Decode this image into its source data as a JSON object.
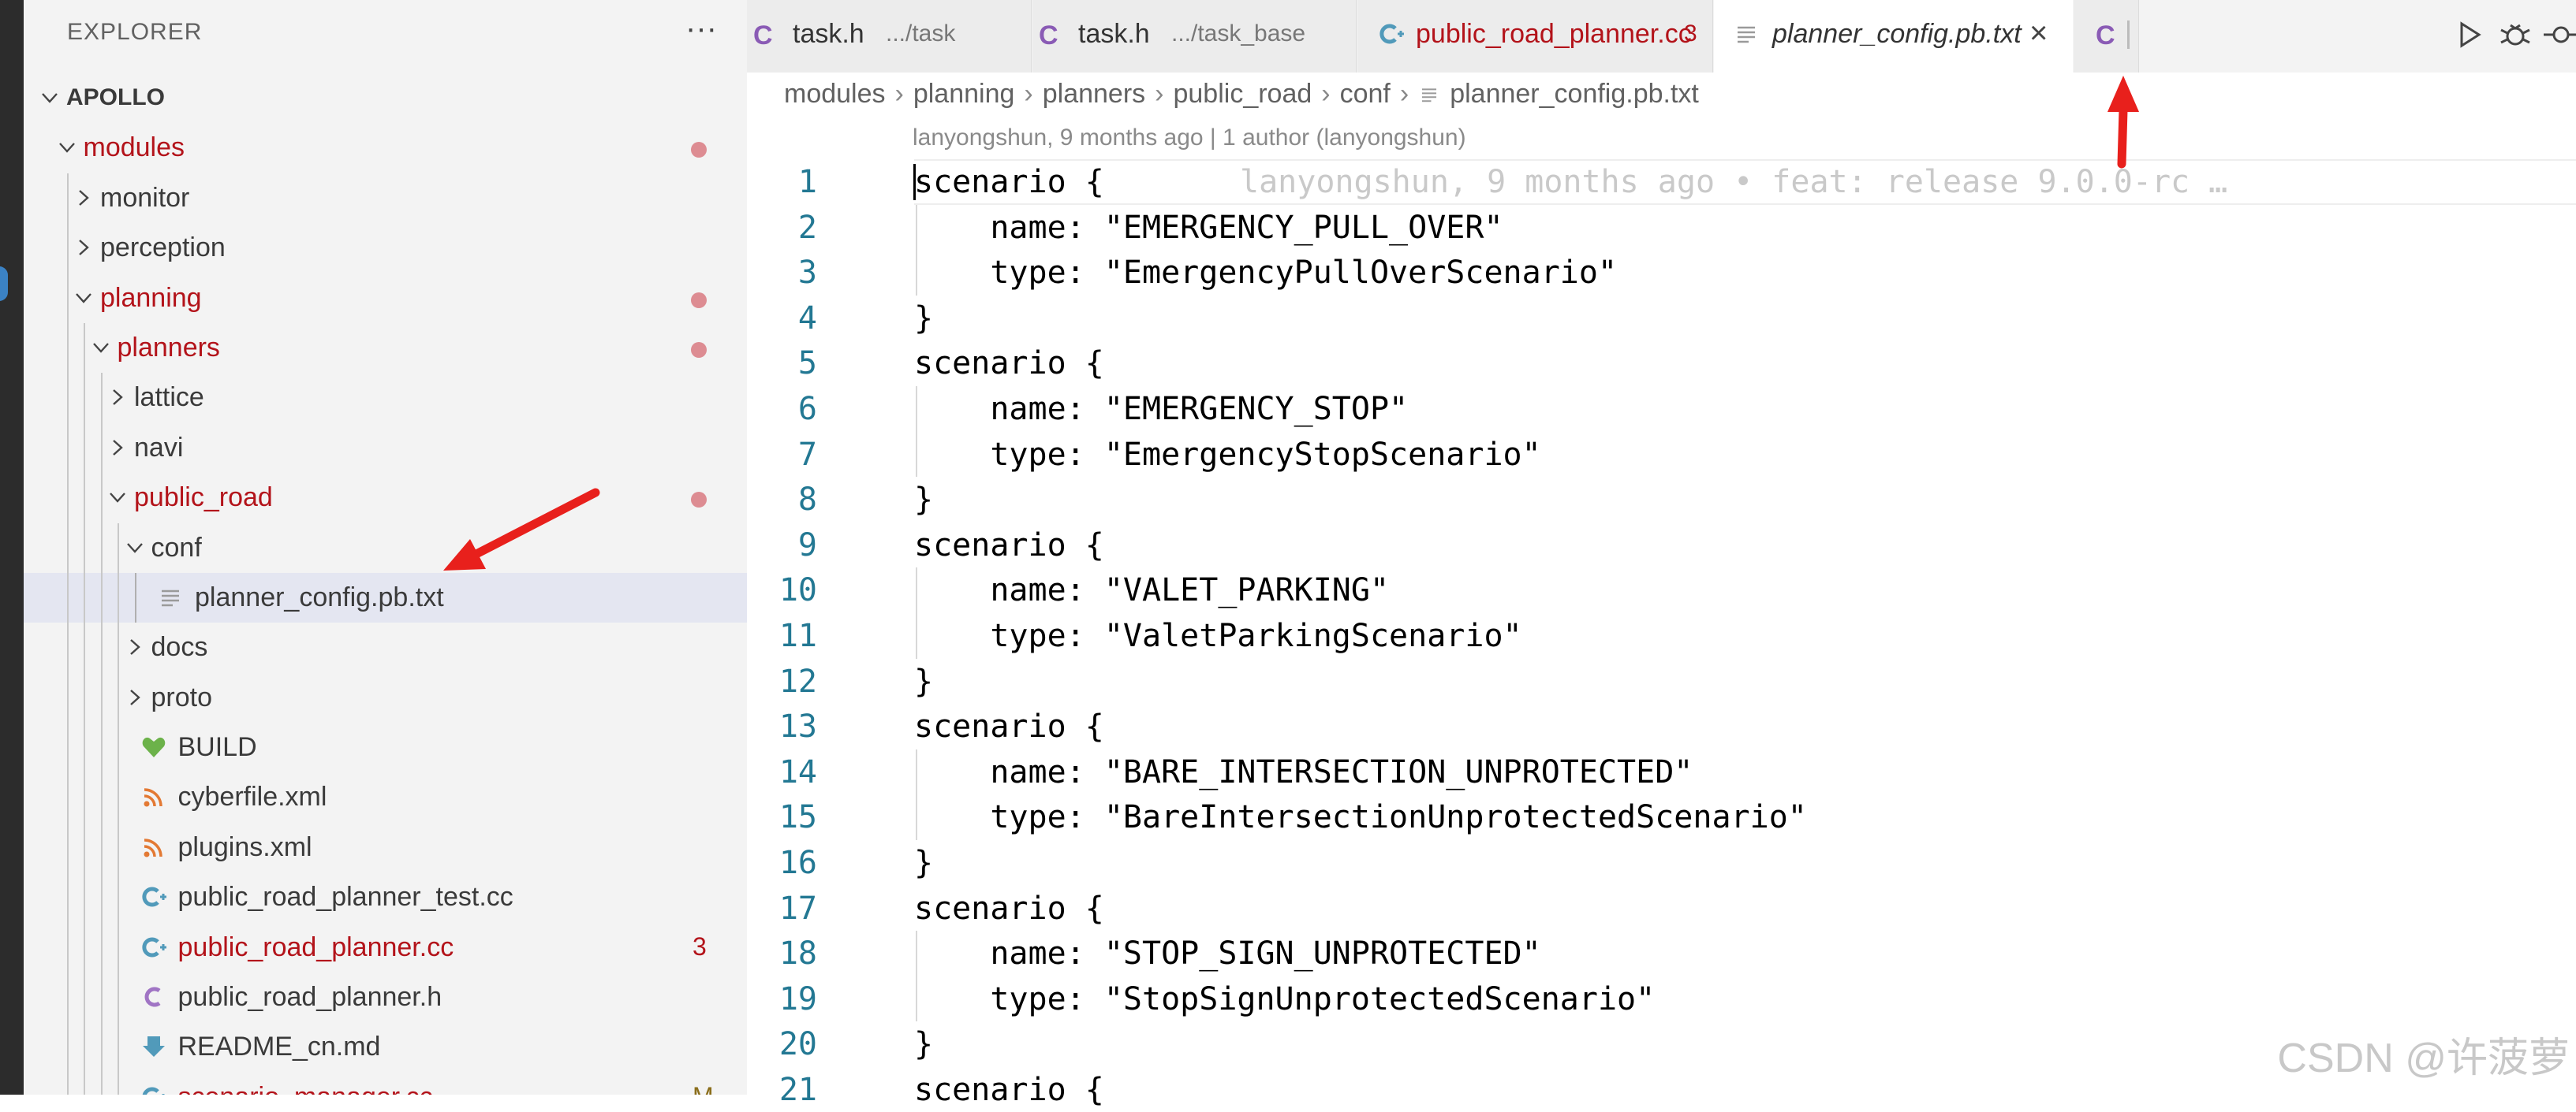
{
  "sidebar": {
    "title": "EXPLORER",
    "more_label": "···",
    "tree": [
      {
        "label": "APOLLO",
        "indent": 0,
        "chevron": "down",
        "bold": true
      },
      {
        "label": "modules",
        "indent": 1,
        "chevron": "down",
        "modified": true,
        "dot": true
      },
      {
        "label": "monitor",
        "indent": 2,
        "chevron": "right"
      },
      {
        "label": "perception",
        "indent": 2,
        "chevron": "right"
      },
      {
        "label": "planning",
        "indent": 2,
        "chevron": "down",
        "modified": true,
        "dot": true
      },
      {
        "label": "planners",
        "indent": 3,
        "chevron": "down",
        "modified": true,
        "dot": true
      },
      {
        "label": "lattice",
        "indent": 4,
        "chevron": "right"
      },
      {
        "label": "navi",
        "indent": 4,
        "chevron": "right"
      },
      {
        "label": "public_road",
        "indent": 4,
        "chevron": "down",
        "modified": true,
        "dot": true
      },
      {
        "label": "conf",
        "indent": 5,
        "chevron": "down"
      },
      {
        "label": "planner_config.pb.txt",
        "indent": 6,
        "icon": "text-file-icon",
        "selected": true
      },
      {
        "label": "docs",
        "indent": 5,
        "chevron": "right"
      },
      {
        "label": "proto",
        "indent": 5,
        "chevron": "right"
      },
      {
        "label": "BUILD",
        "indent": 5,
        "icon": "bazel-heart-icon"
      },
      {
        "label": "cyberfile.xml",
        "indent": 5,
        "icon": "rss-xml-icon"
      },
      {
        "label": "plugins.xml",
        "indent": 5,
        "icon": "rss-xml-icon"
      },
      {
        "label": "public_road_planner_test.cc",
        "indent": 5,
        "icon": "cpp-file-icon"
      },
      {
        "label": "public_road_planner.cc",
        "indent": 5,
        "icon": "cpp-file-icon",
        "modified": true,
        "count": "3"
      },
      {
        "label": "public_road_planner.h",
        "indent": 5,
        "icon": "c-header-icon"
      },
      {
        "label": "README_cn.md",
        "indent": 5,
        "icon": "markdown-download-icon"
      },
      {
        "label": "scenario_manager.cc",
        "indent": 5,
        "icon": "cpp-file-icon",
        "modified": true,
        "count": "M"
      }
    ]
  },
  "tabs": [
    {
      "name": "task.h",
      "desc": ".../task",
      "icon": "C"
    },
    {
      "name": "task.h",
      "desc": ".../task_base",
      "icon": "C"
    },
    {
      "name": "public_road_planner.cc",
      "desc": "3",
      "icon": "cpp",
      "modified": true
    },
    {
      "name": "planner_config.pb.txt",
      "desc": "",
      "icon": "txt",
      "active": true,
      "close": "×"
    },
    {
      "name": "",
      "desc": "",
      "icon": "C"
    }
  ],
  "breadcrumb": [
    "modules",
    "planning",
    "planners",
    "public_road",
    "conf",
    "planner_config.pb.txt"
  ],
  "blame_header": "lanyongshun, 9 months ago | 1 author (lanyongshun)",
  "inline_blame": "lanyongshun, 9 months ago • feat: release 9.0.0-rc …",
  "code_lines": [
    {
      "n": "1",
      "t": "scenario {"
    },
    {
      "n": "2",
      "t": "    name: \"EMERGENCY_PULL_OVER\""
    },
    {
      "n": "3",
      "t": "    type: \"EmergencyPullOverScenario\""
    },
    {
      "n": "4",
      "t": "}"
    },
    {
      "n": "5",
      "t": "scenario {"
    },
    {
      "n": "6",
      "t": "    name: \"EMERGENCY_STOP\""
    },
    {
      "n": "7",
      "t": "    type: \"EmergencyStopScenario\""
    },
    {
      "n": "8",
      "t": "}"
    },
    {
      "n": "9",
      "t": "scenario {"
    },
    {
      "n": "10",
      "t": "    name: \"VALET_PARKING\""
    },
    {
      "n": "11",
      "t": "    type: \"ValetParkingScenario\""
    },
    {
      "n": "12",
      "t": "}"
    },
    {
      "n": "13",
      "t": "scenario {"
    },
    {
      "n": "14",
      "t": "    name: \"BARE_INTERSECTION_UNPROTECTED\""
    },
    {
      "n": "15",
      "t": "    type: \"BareIntersectionUnprotectedScenario\""
    },
    {
      "n": "16",
      "t": "}"
    },
    {
      "n": "17",
      "t": "scenario {"
    },
    {
      "n": "18",
      "t": "    name: \"STOP_SIGN_UNPROTECTED\""
    },
    {
      "n": "19",
      "t": "    type: \"StopSignUnprotectedScenario\""
    },
    {
      "n": "20",
      "t": "}"
    },
    {
      "n": "21",
      "t": "scenario {"
    }
  ],
  "watermark": "CSDN @许菠萝",
  "colors": {
    "modified": "#b3131a",
    "line_number": "#237893",
    "annotation_arrow": "#e8201c"
  }
}
